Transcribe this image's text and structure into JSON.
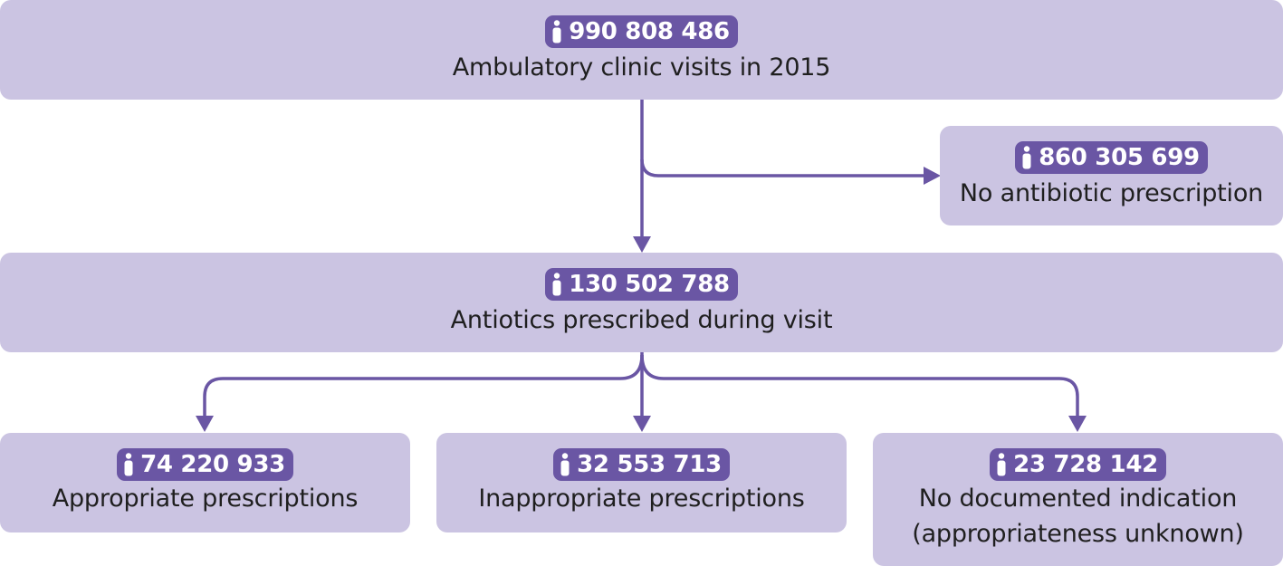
{
  "colors": {
    "box_fill": "#cbc4e2",
    "badge_fill": "#6a56a4",
    "arrow": "#6a56a4"
  },
  "icon": "person-icon",
  "nodes": {
    "total": {
      "count": "990 808 486",
      "label": "Ambulatory clinic visits in 2015"
    },
    "no_antibiotic": {
      "count": "860 305 699",
      "label": "No antibiotic prescription"
    },
    "antibiotics": {
      "count": "130 502 788",
      "label": "Antiotics prescribed during visit"
    },
    "appropriate": {
      "count": "74 220 933",
      "label": "Appropriate prescriptions"
    },
    "inappropriate": {
      "count": "32 553 713",
      "label": "Inappropriate prescriptions"
    },
    "no_indication": {
      "count": "23 728 142",
      "label_line1": "No documented indication",
      "label_line2": "(appropriateness unknown)"
    }
  }
}
